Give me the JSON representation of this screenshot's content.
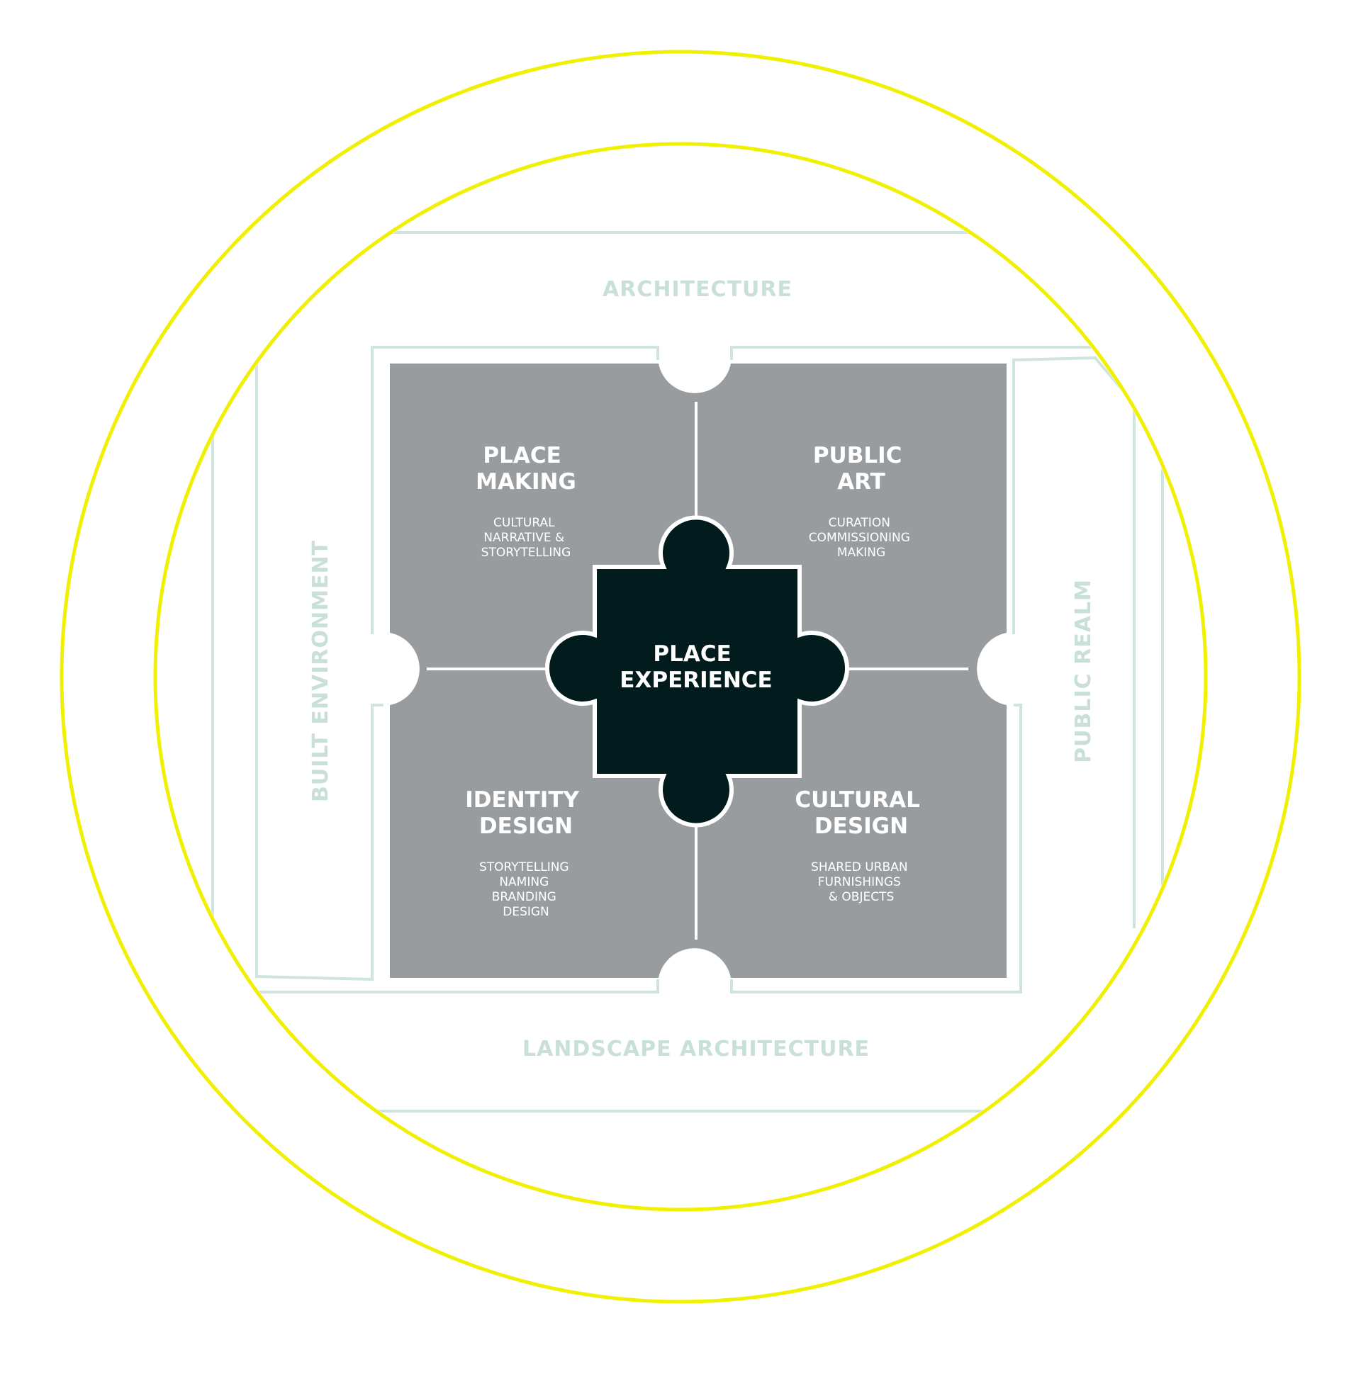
{
  "colors": {
    "ring": "#f0f000",
    "outline": "#cfe4df",
    "outer_label": "#c8dfda",
    "quadrant_fill": "#989c9f",
    "center_fill": "#021b1c",
    "text_light": "#ffffff"
  },
  "outer_labels": {
    "top": "ARCHITECTURE",
    "bottom": "LANDSCAPE ARCHITECTURE",
    "left": "BUILT ENVIRONMENT",
    "right": "PUBLIC REALM"
  },
  "quadrants": {
    "top_left": {
      "title": [
        "PLACE",
        "MAKING"
      ],
      "items": [
        "CULTURAL",
        "NARRATIVE &",
        "STORYTELLING"
      ]
    },
    "top_right": {
      "title": [
        "PUBLIC",
        "ART"
      ],
      "items": [
        "CURATION",
        "COMMISSIONING",
        "MAKING"
      ]
    },
    "bottom_left": {
      "title": [
        "IDENTITY",
        "DESIGN"
      ],
      "items": [
        "STORYTELLING",
        "NAMING",
        "BRANDING",
        "DESIGN"
      ]
    },
    "bottom_right": {
      "title": [
        "CULTURAL",
        "DESIGN"
      ],
      "items": [
        "SHARED URBAN",
        "FURNISHINGS",
        "& OBJECTS"
      ]
    }
  },
  "center": {
    "title": [
      "PLACE",
      "EXPERIENCE"
    ]
  }
}
